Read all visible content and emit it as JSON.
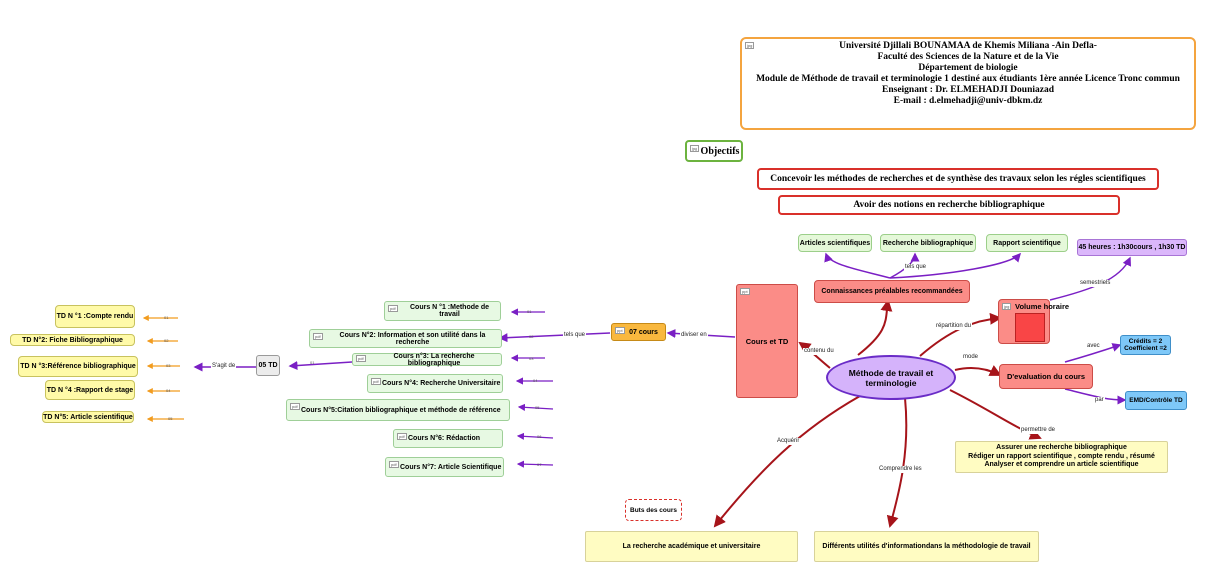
{
  "header": {
    "line1": "Université Djillali BOUNAMAA de Khemis Miliana -Ain Defla-",
    "line2": "Faculté des Sciences de la Nature et de la Vie",
    "line3": "Département de biologie",
    "line4": "Module de Méthode de travail et terminologie 1 destiné aux étudiants 1ère année Licence Tronc commun",
    "line5": "Enseignant : Dr. ELMEHADJI Douniazad",
    "line6": "E-mail : d.elmehadji@univ-dbkm.dz"
  },
  "objectifs": {
    "title": "Objectifs",
    "item1": "Concevoir les méthodes de recherches et de synthèse des travaux selon les régles scientifiques",
    "item2": "Avoir des notions en recherche bibliographique"
  },
  "central": "Méthode de travail et terminologie",
  "prereq": {
    "label": "Connaissances préalables recommandées",
    "edge": "tels que",
    "items": [
      "Articles scientifiques",
      "Recherche bibliographique",
      "Rapport scientifique"
    ]
  },
  "volume": {
    "label": "Volume horaire",
    "edge_in": "répartition du",
    "edge_out": "semestriels",
    "detail": "45 heures : 1h30cours , 1h30 TD"
  },
  "evaluation": {
    "label": "D'evaluation du cours",
    "edge_in": "mode",
    "edge_avec": "avec",
    "credits": [
      "Crédits = 2",
      "Coefficient =2"
    ],
    "edge_par": "par",
    "emd": "EMD/Contrôle TD"
  },
  "permettre": {
    "edge": "permettre de",
    "lines": [
      "Assurer une recherche bibliographique",
      "Rédiger un rapport scientifique , compte rendu , résumé",
      "Analyser et comprendre un article scientifique"
    ]
  },
  "comprendre": {
    "edge": "Comprendre les",
    "label": "Différents utilités d'informationdans la méthodologie de travail"
  },
  "acquerir": {
    "edge": "Acquérir",
    "label": "La recherche académique et universitaire"
  },
  "buts": "Buts des cours",
  "cours_td": {
    "label": "Cours et TD",
    "edge": "contenu du"
  },
  "cours": {
    "label": "07 cours",
    "edge": "diviser en",
    "edge_td": "tels que",
    "items": [
      "Cours N °1 :Methode de travail",
      "Cours N°2: Information et son utilité dans la recherche",
      "Cours n°3: La recherche bibliographique",
      "Cours N°4: Recherche Universitaire",
      "Cours N°5:Citation bibliographique et méthode de référence",
      "Cours N°6: Rédaction",
      "Cours N°7: Article Scientifique"
    ],
    "codes": [
      "01",
      "02",
      "03",
      "04",
      "05",
      "06",
      "07"
    ]
  },
  "td": {
    "label": "05 TD",
    "edge": "S'agit de",
    "items": [
      "TD N °1 :Compte rendu",
      "TD N°2: Fiche Bibliographique",
      "TD N °3:Référence bibliographique",
      "TD N °4 :Rapport de stage",
      "TD N°5: Article scientifique"
    ],
    "codes": [
      "01",
      "02",
      "03",
      "04",
      "05"
    ]
  },
  "icons": {
    "jpg": "jpg",
    "pdf": "pdf",
    "ppt": "ppt"
  }
}
